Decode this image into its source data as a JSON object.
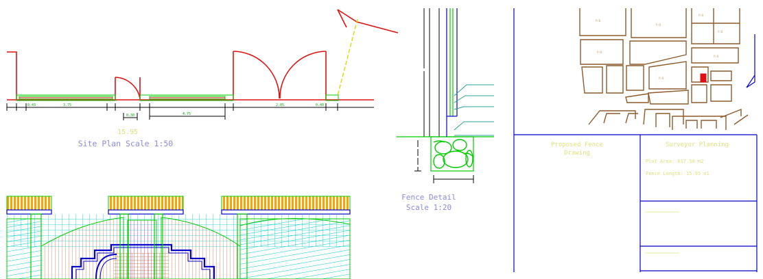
{
  "drawing": {
    "plan_caption": {
      "total_dim": "15.95",
      "title": "Site Plan Scale 1:50"
    },
    "plan_dims": {
      "d1": "0.43",
      "d2": "3.75",
      "d3": "0.30",
      "d4": "4.75",
      "d5": "2.05",
      "d6": "0.40"
    },
    "fence_detail": {
      "title_line1": "Fence Detail",
      "title_line2": "Scale 1:20"
    },
    "location": {
      "labels": [
        "P/B",
        "P/B",
        "P/B",
        "P/B",
        "P/B",
        "P/B",
        "P/B"
      ]
    },
    "title_block": {
      "left_title_line1": "Proposed Fence",
      "left_title_line2": "Drawing",
      "right_title": "Surveyor Planning",
      "plot_area": "Plot Area: 617.50 m2",
      "fence_length": "Fence Length: 15.95 m1"
    },
    "colors": {
      "wall": "#dd1111",
      "green": "#00cc00",
      "blue": "#0000cc",
      "brown": "#8b5a2b",
      "yellow": "#d8d800",
      "orange": "#ff9900",
      "teal": "#2aa198",
      "cyan": "#00c8c8",
      "salmon": "#e8856a",
      "magenta": "#cc33cc",
      "caption": "#8a8ad8",
      "faint_yellow": "#e0e07a"
    }
  }
}
